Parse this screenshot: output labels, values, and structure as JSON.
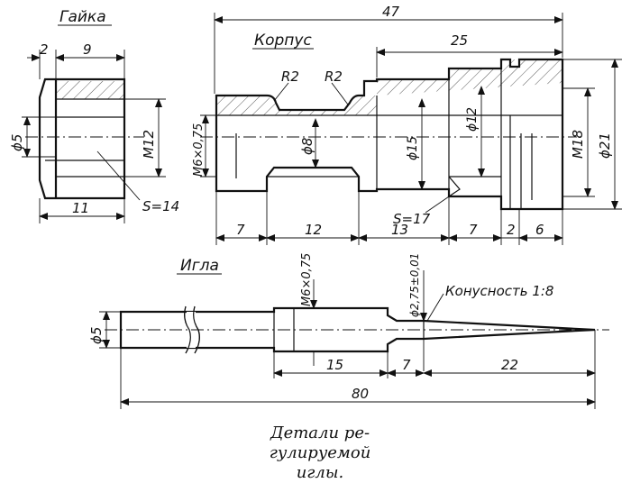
{
  "titles": {
    "nut": "Гайка",
    "body": "Корпус",
    "needle": "Игла"
  },
  "nut": {
    "dim_2": "2",
    "dim_9": "9",
    "dim_11": "11",
    "dia_5": "ϕ5",
    "thread": "M12",
    "wrench": "S=14"
  },
  "body": {
    "dim_47": "47",
    "dim_25": "25",
    "radius_1": "R2",
    "radius_2": "R2",
    "thread_small": "M6×0,75",
    "dia_8": "ϕ8",
    "dia_15": "ϕ15",
    "dia_12": "ϕ12",
    "thread_large": "M18",
    "dia_21": "ϕ21",
    "wrench": "S=17",
    "seg_7a": "7",
    "seg_12": "12",
    "seg_13": "13",
    "seg_7b": "7",
    "seg_2": "2",
    "seg_6": "6"
  },
  "needle": {
    "dia_5": "ϕ5",
    "thread": "M6×0,75",
    "tip_dia": "ϕ2,75±0,01",
    "taper": "Конусность 1:8",
    "dim_15": "15",
    "dim_7": "7",
    "dim_22": "22",
    "dim_80": "80"
  },
  "caption": {
    "line1": "Детали ре-",
    "line2": "гулируемой",
    "line3": "иглы."
  }
}
